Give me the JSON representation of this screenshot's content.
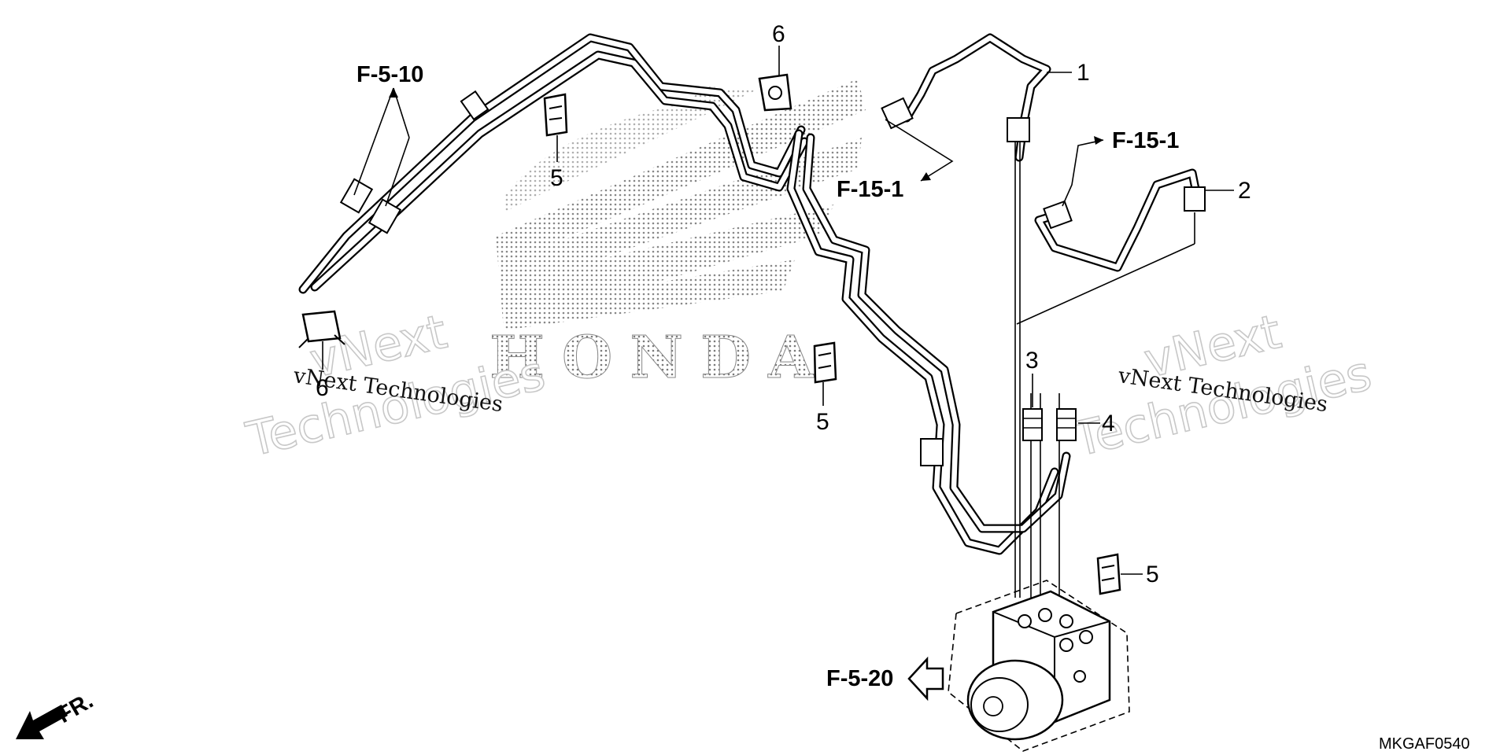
{
  "diagram": {
    "callouts": {
      "c1": "1",
      "c2": "2",
      "c3": "3",
      "c4": "4",
      "c5a": "5",
      "c5b": "5",
      "c5c": "5",
      "c6a": "6",
      "c6b": "6"
    },
    "references": {
      "ref_f_5_10": "F-5-10",
      "ref_f_15_1_left": "F-15-1",
      "ref_f_15_1_right": "F-15-1",
      "ref_f_5_20": "F-5-20"
    },
    "direction_label": "FR.",
    "figure_code": "MKGAF0540",
    "brand_text": "HONDA",
    "watermarks": {
      "wm_big_1": "vNext",
      "wm_big_2": "Technologies",
      "wm_big_3": "vNext",
      "wm_big_4": "Technologies",
      "wm_small_1": "vNext Technologies",
      "wm_small_2": "vNext Technologies"
    }
  },
  "colors": {
    "line": "#000000",
    "background": "#ffffff",
    "halftone": "#7a7a7a",
    "watermark_outline": "#c8c8c8"
  }
}
